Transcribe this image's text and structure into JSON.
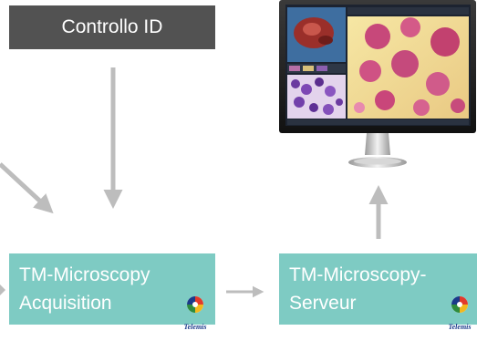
{
  "nodes": {
    "id_control": {
      "label": "Controllo ID"
    },
    "acquisition": {
      "line1": "TM-Microscopy",
      "line2": "Acquisition",
      "logo": "Telemis"
    },
    "server": {
      "line1": "TM-Microscopy-",
      "line2": "Serveur",
      "logo": "Telemis"
    }
  },
  "icons": {
    "monitor": "monitor-with-microscopy-images-icon",
    "logo": "telemis-logo-icon"
  },
  "colors": {
    "dark_box": "#525252",
    "teal_box": "#7ecbc3",
    "arrow": "#bdbdbd",
    "logo_blue": "#1a3a8a"
  }
}
